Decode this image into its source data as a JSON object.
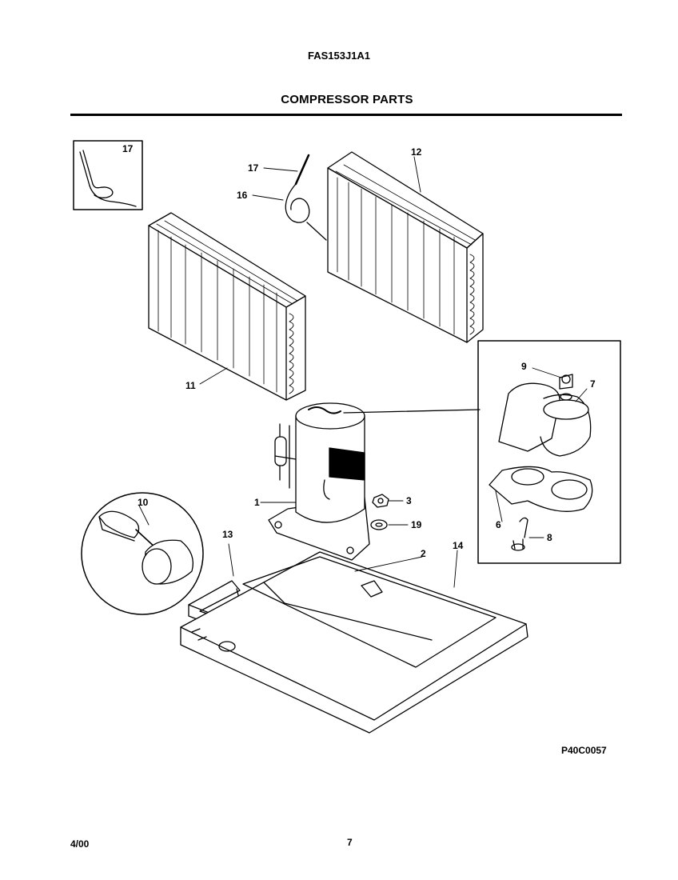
{
  "header": {
    "model": "FAS153J1A1",
    "title": "COMPRESSOR PARTS"
  },
  "footer": {
    "diagram_code": "P40C0057",
    "date": "4/00",
    "page": "7"
  },
  "callouts": {
    "c1": "1",
    "c2": "2",
    "c3": "3",
    "c6": "6",
    "c7": "7",
    "c8": "8",
    "c9": "9",
    "c10": "10",
    "c11": "11",
    "c12": "12",
    "c13": "13",
    "c14": "14",
    "c16": "16",
    "c17a": "17",
    "c17b": "17",
    "c19": "19"
  }
}
